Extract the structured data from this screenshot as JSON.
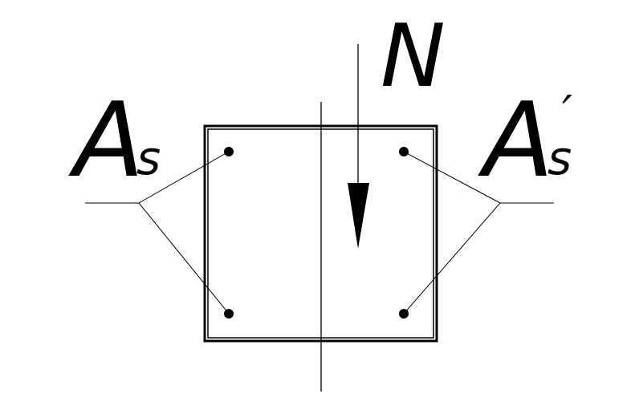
{
  "labels": {
    "axial_force": "N",
    "steel_left": "A",
    "steel_left_sub": "s",
    "steel_right": "A",
    "steel_right_sub": "s",
    "steel_right_prime": "′"
  },
  "colors": {
    "ink": "#000000",
    "background": "#ffffff"
  }
}
